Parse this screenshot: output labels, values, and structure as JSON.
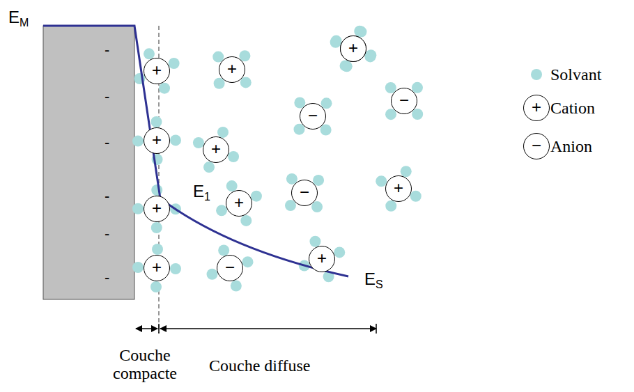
{
  "diagram": {
    "nodes": [
      {
        "text": [
          "+"
        ]
      },
      {
        "text": [
          "+"
        ]
      },
      {
        "text": [
          "+"
        ]
      },
      {
        "text": [
          "+"
        ]
      },
      {
        "text": [
          "+"
        ]
      },
      {
        "text": [
          "−"
        ]
      },
      {
        "text": [
          "+"
        ]
      },
      {
        "text": [
          "+"
        ]
      },
      {
        "text": [
          "+"
        ]
      },
      {
        "text": [
          "−"
        ]
      },
      {
        "text": [
          "+"
        ]
      },
      {
        "text": [
          "+"
        ]
      },
      {
        "text": [
          "+"
        ]
      },
      {
        "text": [
          "−"
        ]
      },
      {
        "text": [
          "−"
        ]
      }
    ],
    "labels": [
      "E",
      "M",
      "E",
      "1",
      "E",
      "S",
      "-",
      "-",
      "-",
      "-",
      "-",
      "-",
      "Couche compacte",
      "Couche diffuse",
      "+",
      "−"
    ],
    "legend": [
      {
        "text": "Solvant",
        "color": "#a8dcdc"
      },
      {
        "text": "Cation"
      },
      {
        "text": "Anion"
      }
    ]
  }
}
